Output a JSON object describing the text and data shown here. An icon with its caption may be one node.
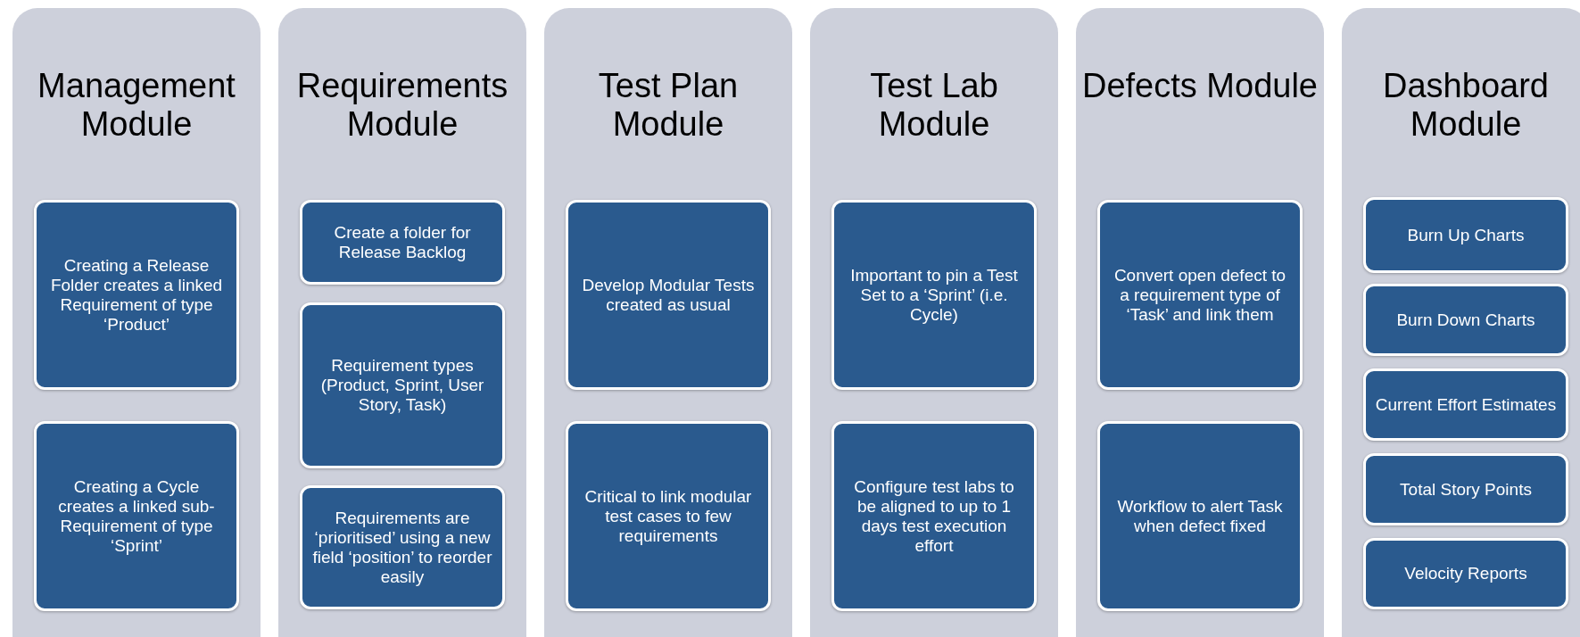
{
  "diagram": {
    "nodes": [
      {
        "text": [
          "Management Module"
        ]
      },
      {
        "text": [
          "Creating a Release Folder creates a linked Requirement of type ‘Product’"
        ],
        "in": 0
      },
      {
        "text": [
          "Creating a Cycle creates a linked sub-Requirement of type ‘Sprint’"
        ],
        "in": 0
      },
      {
        "text": [
          "Requirements Module"
        ]
      },
      {
        "text": [
          "Create a folder for Release Backlog"
        ],
        "in": 3
      },
      {
        "text": [
          "Requirement types (Product, Sprint, User Story, Task)"
        ],
        "in": 3
      },
      {
        "text": [
          "Requirements are ‘prioritised’ using a new field ‘position’ to reorder easily"
        ],
        "in": 3
      },
      {
        "text": [
          "Test Plan Module"
        ]
      },
      {
        "text": [
          "Develop Modular Tests created as usual"
        ],
        "in": 7
      },
      {
        "text": [
          "Critical to link modular test cases to few requirements"
        ],
        "in": 7
      },
      {
        "text": [
          "Test Lab Module"
        ]
      },
      {
        "text": [
          "Important to pin a Test Set to a ‘Sprint’ (i.e. Cycle)"
        ],
        "in": 10
      },
      {
        "text": [
          "Configure test labs to be aligned to up  to 1 days test execution effort"
        ],
        "in": 10
      },
      {
        "text": [
          "Defects Module"
        ]
      },
      {
        "text": [
          "Convert open defect to a requirement type of ‘Task’ and link them"
        ],
        "in": 13
      },
      {
        "text": [
          "Workflow to alert Task when defect fixed"
        ],
        "in": 13
      },
      {
        "text": [
          "Dashboard Module"
        ]
      },
      {
        "text": [
          "Burn Up Charts"
        ],
        "in": 16
      },
      {
        "text": [
          "Burn Down Charts"
        ],
        "in": 16
      },
      {
        "text": [
          "Current Effort Estimates"
        ],
        "in": 16
      },
      {
        "text": [
          "Total Story Points"
        ],
        "in": 16
      },
      {
        "text": [
          "Velocity Reports"
        ],
        "in": 16
      }
    ]
  }
}
